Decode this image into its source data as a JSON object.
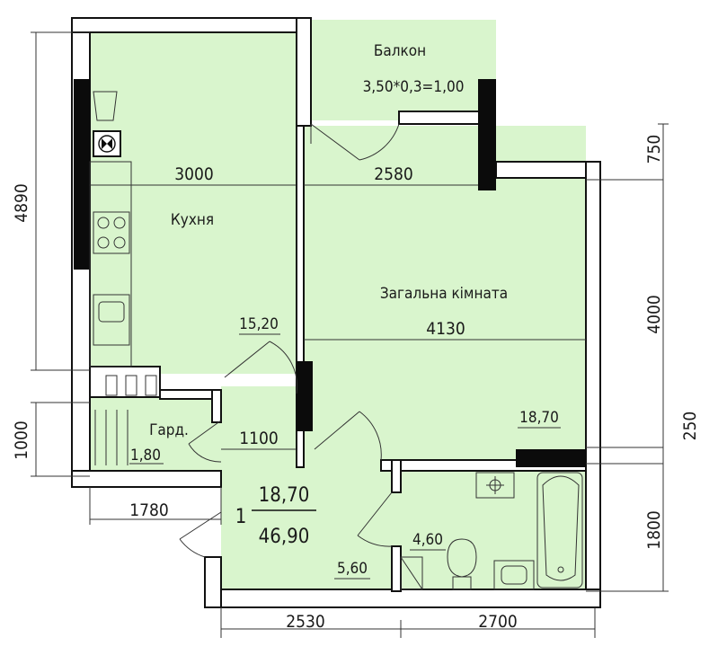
{
  "dimensions": {
    "left_height": "4890",
    "left_lower": "1000",
    "right_top": "750",
    "right_mid": "4000",
    "right_small": "250",
    "right_bottom": "1800",
    "bottom_left": "2530",
    "bottom_right": "2700",
    "corridor_left": "1780",
    "kitchen_width": "3000",
    "balcony_width": "2580",
    "living_width": "4130",
    "hall_width": "1100"
  },
  "rooms": {
    "balcony": {
      "name": "Балкон",
      "formula": "3,50*0,3=1,00"
    },
    "kitchen": {
      "name": "Кухня",
      "area": "15,20"
    },
    "living": {
      "name": "Загальна кімната",
      "area": "18,70"
    },
    "wardrobe": {
      "name": "Гард.",
      "area": "1,80"
    },
    "bathroom": {
      "area": "4,60"
    },
    "hall": {
      "area": "5,60"
    }
  },
  "summary": {
    "rooms_count": "1",
    "living_area": "18,70",
    "total_area": "46,90"
  },
  "colors": {
    "room_fill": "#d9f5cd",
    "wall": "#111111",
    "background": "#ffffff"
  }
}
